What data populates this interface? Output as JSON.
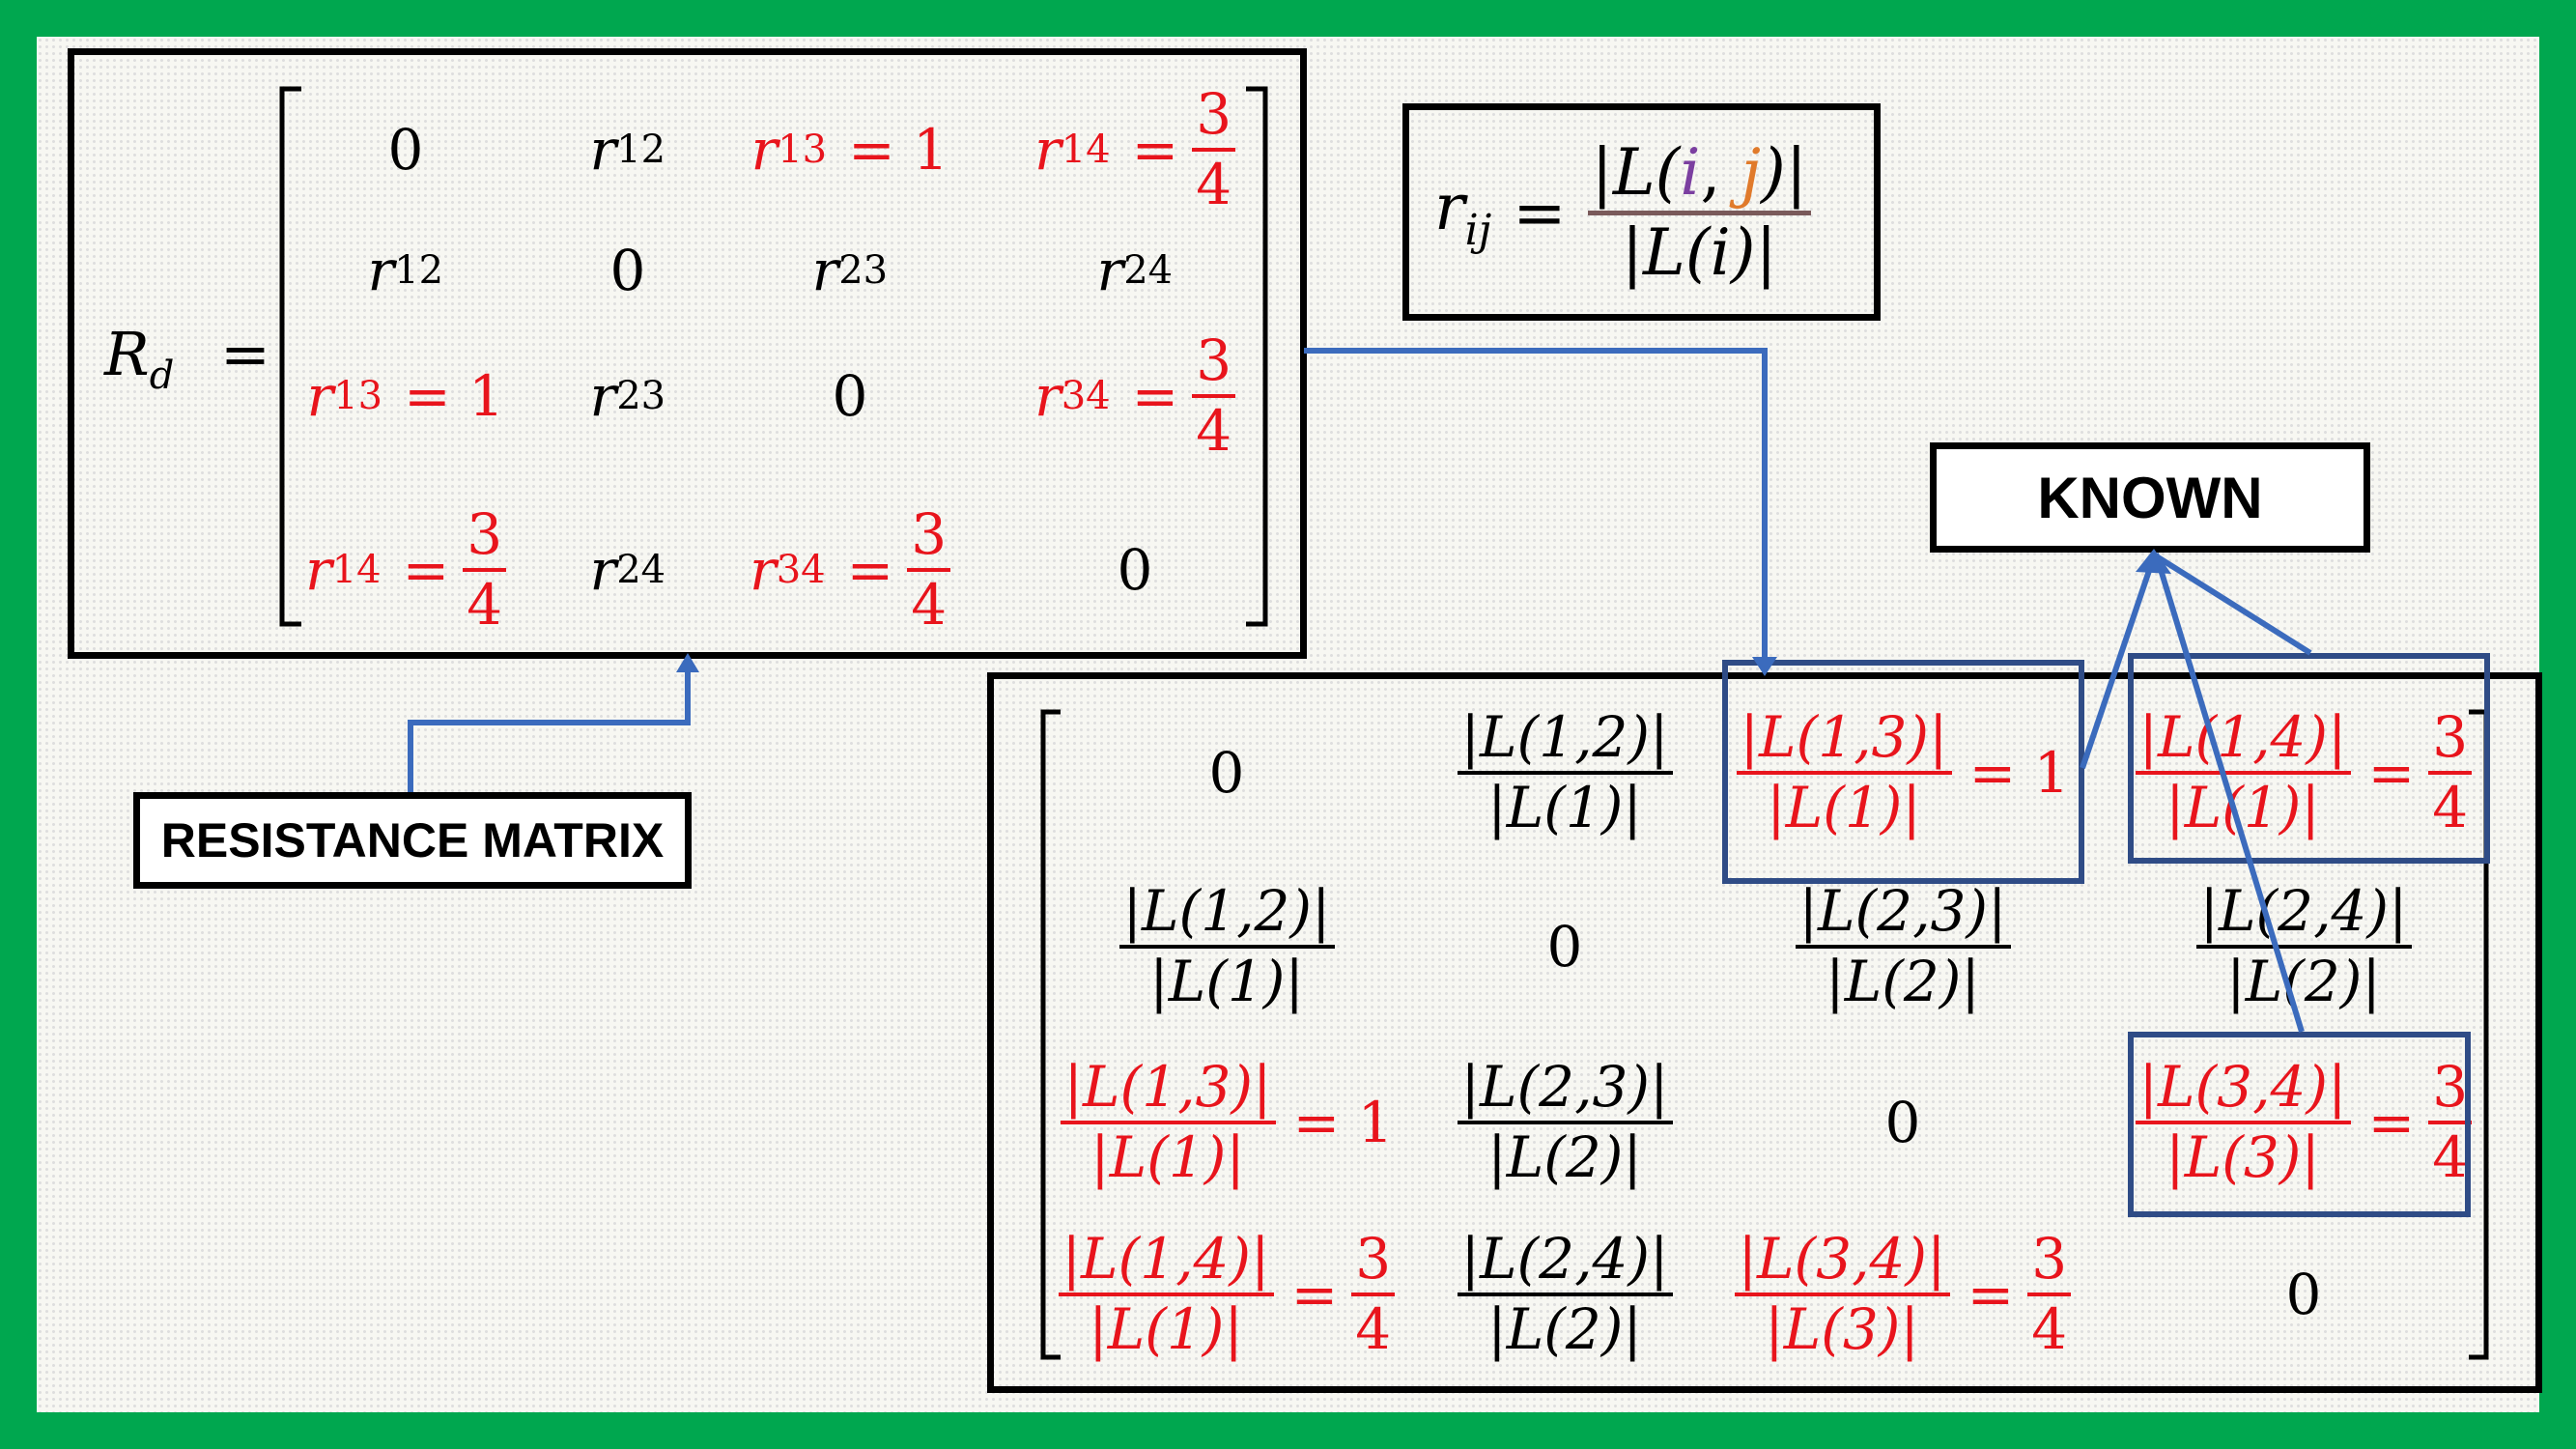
{
  "resistance_matrix": {
    "lhs_symbol": "R",
    "lhs_sub": "d",
    "equals": "=",
    "rows": [
      [
        {
          "sym": "0"
        },
        {
          "sym": "r",
          "sub": "12"
        },
        {
          "sym": "r",
          "sub": "13",
          "val": "= 1",
          "red": true
        },
        {
          "sym": "r",
          "sub": "14",
          "eq": "=",
          "num": "3",
          "den": "4",
          "red": true
        }
      ],
      [
        {
          "sym": "r",
          "sub": "12"
        },
        {
          "sym": "0"
        },
        {
          "sym": "r",
          "sub": "23"
        },
        {
          "sym": "r",
          "sub": "24"
        }
      ],
      [
        {
          "sym": "r",
          "sub": "13",
          "val": "= 1",
          "red": true
        },
        {
          "sym": "r",
          "sub": "23"
        },
        {
          "sym": "0"
        },
        {
          "sym": "r",
          "sub": "34",
          "eq": "=",
          "num": "3",
          "den": "4",
          "red": true
        }
      ],
      [
        {
          "sym": "r",
          "sub": "14",
          "eq": "=",
          "num": "3",
          "den": "4",
          "red": true
        },
        {
          "sym": "r",
          "sub": "24"
        },
        {
          "sym": "r",
          "sub": "34",
          "eq": "=",
          "num": "3",
          "den": "4",
          "red": true
        },
        {
          "sym": "0"
        }
      ]
    ]
  },
  "formula": {
    "lhs": "r",
    "lhs_sub": "ij",
    "equals": "=",
    "num_open": "|L(",
    "num_i": "i",
    "num_sep": ", ",
    "num_j": "j",
    "num_close": ")|",
    "den": "|L(i)|",
    "colors": {
      "i": "#7b3fa0",
      "j": "#e07a2b",
      "bar": "#7a5a5a"
    }
  },
  "labels": {
    "known": "KNOWN",
    "resistance_matrix": "RESISTANCE MATRIX"
  },
  "expanded_matrix": {
    "rows": [
      [
        {
          "t": "0"
        },
        {
          "num": "|L(1,2)|",
          "den": "|L(1)|"
        },
        {
          "num": "|L(1,3)|",
          "den": "|L(1)|",
          "val": "= 1",
          "red": true
        },
        {
          "num": "|L(1,4)|",
          "den": "|L(1)|",
          "eq": "=",
          "vnum": "3",
          "vden": "4",
          "red": true
        }
      ],
      [
        {
          "num": "|L(1,2)|",
          "den": "|L(1)|"
        },
        {
          "t": "0"
        },
        {
          "num": "|L(2,3)|",
          "den": "|L(2)|"
        },
        {
          "num": "|L(2,4)|",
          "den": "|L(2)|"
        }
      ],
      [
        {
          "num": "|L(1,3)|",
          "den": "|L(1)|",
          "val": "= 1",
          "red": true
        },
        {
          "num": "|L(2,3)|",
          "den": "|L(2)|"
        },
        {
          "t": "0"
        },
        {
          "num": "|L(3,4)|",
          "den": "|L(3)|",
          "eq": "=",
          "vnum": "3",
          "vden": "4",
          "red": true
        }
      ],
      [
        {
          "num": "|L(1,4)|",
          "den": "|L(1)|",
          "eq": "=",
          "vnum": "3",
          "vden": "4",
          "red": true
        },
        {
          "num": "|L(2,4)|",
          "den": "|L(2)|"
        },
        {
          "num": "|L(3,4)|",
          "den": "|L(3)|",
          "eq": "=",
          "vnum": "3",
          "vden": "4",
          "red": true
        },
        {
          "t": "0"
        }
      ]
    ]
  },
  "colors": {
    "frame": "#00a74f",
    "red": "#e8141c",
    "connector": "#3b6bbd",
    "highlight": "#2f4c86"
  }
}
